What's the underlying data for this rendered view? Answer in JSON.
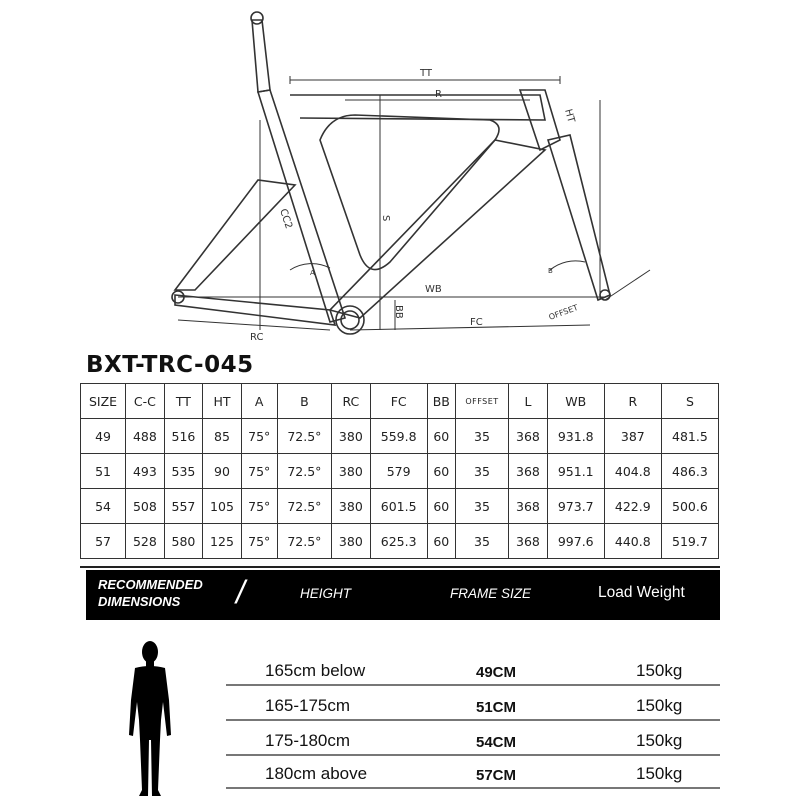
{
  "diagram_labels": {
    "tt": "TT",
    "r": "R",
    "ht": "HT",
    "s": "S",
    "cc": "CC2",
    "a_left": "A",
    "a_right": "B",
    "wb": "WB",
    "bb": "BB",
    "fc": "FC",
    "rc": "RC",
    "offset": "OFFSET"
  },
  "model": "BXT-TRC-045",
  "geometry": {
    "headers": [
      "SIZE",
      "C-C",
      "TT",
      "HT",
      "A",
      "B",
      "RC",
      "FC",
      "BB",
      "OFFSET",
      "L",
      "WB",
      "R",
      "S"
    ],
    "rows": [
      [
        "49",
        "488",
        "516",
        "85",
        "75°",
        "72.5°",
        "380",
        "559.8",
        "60",
        "35",
        "368",
        "931.8",
        "387",
        "481.5"
      ],
      [
        "51",
        "493",
        "535",
        "90",
        "75°",
        "72.5°",
        "380",
        "579",
        "60",
        "35",
        "368",
        "951.1",
        "404.8",
        "486.3"
      ],
      [
        "54",
        "508",
        "557",
        "105",
        "75°",
        "72.5°",
        "380",
        "601.5",
        "60",
        "35",
        "368",
        "973.7",
        "422.9",
        "500.6"
      ],
      [
        "57",
        "528",
        "580",
        "125",
        "75°",
        "72.5°",
        "380",
        "625.3",
        "60",
        "35",
        "368",
        "997.6",
        "440.8",
        "519.7"
      ]
    ]
  },
  "recommend": {
    "title_line1": "RECOMMENDED",
    "title_line2": "DIMENSIONS",
    "slash": "/",
    "col_height": "HEIGHT",
    "col_frame": "FRAME SIZE",
    "col_load": "Load Weight",
    "rows": [
      {
        "height": "165cm below",
        "frame": "49CM",
        "load": "150kg"
      },
      {
        "height": "165-175cm",
        "frame": "51CM",
        "load": "150kg"
      },
      {
        "height": "175-180cm",
        "frame": "54CM",
        "load": "150kg"
      },
      {
        "height": "180cm above",
        "frame": "57CM",
        "load": "150kg"
      }
    ]
  },
  "icons": {
    "person": "person-silhouette-icon"
  }
}
